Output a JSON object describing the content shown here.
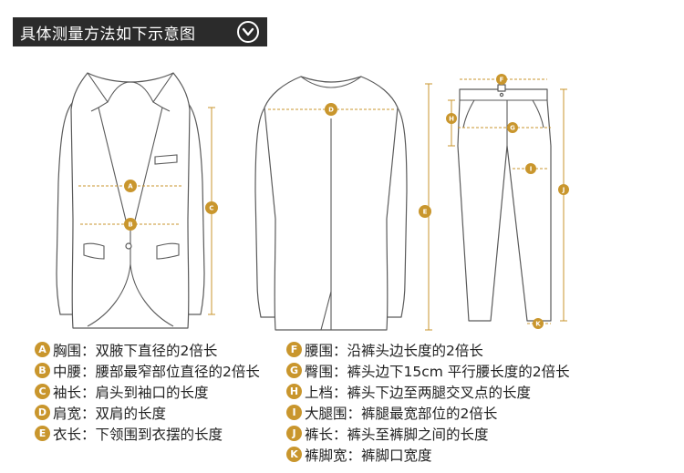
{
  "header": {
    "title": "具体测量方法如下示意图",
    "icon": "chevron-down-circle-icon"
  },
  "colors": {
    "accent": "#c9962d",
    "header_bg": "#2b2b2b",
    "outline": "#555555"
  },
  "markers": {
    "A": "A",
    "B": "B",
    "C": "C",
    "D": "D",
    "E": "E",
    "F": "F",
    "G": "G",
    "H": "H",
    "I": "I",
    "J": "J",
    "K": "K"
  },
  "legend_left": [
    {
      "letter": "A",
      "label": "胸围：双腋下直径的2倍长"
    },
    {
      "letter": "B",
      "label": "中腰：腰部最窄部位直径的2倍长"
    },
    {
      "letter": "C",
      "label": "袖长：肩头到袖口的长度"
    },
    {
      "letter": "D",
      "label": "肩宽：双肩的长度"
    },
    {
      "letter": "E",
      "label": "衣长：下领围到衣摆的长度"
    }
  ],
  "legend_right": [
    {
      "letter": "F",
      "label": "腰围：沿裤头边长度的2倍长"
    },
    {
      "letter": "G",
      "label": "臀围：裤头边下15cm 平行腰长度的2倍长"
    },
    {
      "letter": "H",
      "label": "上档：裤头下边至两腿交叉点的长度"
    },
    {
      "letter": "I",
      "label": "大腿围：裤腿最宽部位的2倍长"
    },
    {
      "letter": "J",
      "label": "裤长：裤头至裤脚之间的长度"
    },
    {
      "letter": "K",
      "label": "裤脚宽：裤脚口宽度"
    }
  ]
}
